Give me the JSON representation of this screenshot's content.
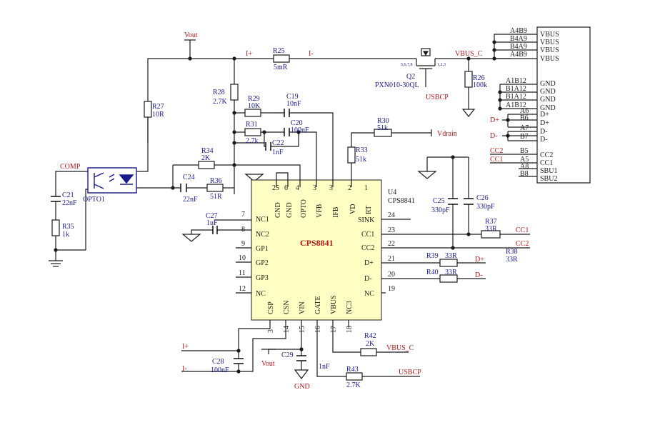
{
  "ic": {
    "name": "CPS8841",
    "ref": "U4",
    "part": "CPS8841",
    "top_pins": [
      {
        "num": "25",
        "name": "GND"
      },
      {
        "num": "6",
        "name": "GND"
      },
      {
        "num": "4",
        "name": "OPTO"
      },
      {
        "num": "3",
        "name": "VFB"
      },
      {
        "num": "3",
        "name": "IFB"
      },
      {
        "num": "2",
        "name": "VD"
      },
      {
        "num": "1",
        "name": "RT"
      }
    ],
    "left_pins": [
      {
        "num": "7",
        "name": "NC1"
      },
      {
        "num": "8",
        "name": "NC2"
      },
      {
        "num": "9",
        "name": "GP1"
      },
      {
        "num": "10",
        "name": "GP2"
      },
      {
        "num": "11",
        "name": "GP3"
      },
      {
        "num": "12",
        "name": "NC"
      }
    ],
    "right_pins": [
      {
        "num": "24",
        "name": "SINK"
      },
      {
        "num": "23",
        "name": "CC1"
      },
      {
        "num": "22",
        "name": "CC2"
      },
      {
        "num": "21",
        "name": "D+"
      },
      {
        "num": "20",
        "name": "D-"
      },
      {
        "num": "19",
        "name": "NC"
      }
    ],
    "bottom_pins": [
      {
        "num": "3",
        "name": "CSP"
      },
      {
        "num": "14",
        "name": "CSN"
      },
      {
        "num": "15",
        "name": "VIN"
      },
      {
        "num": "16",
        "name": "GATE"
      },
      {
        "num": "17",
        "name": "VBUS"
      },
      {
        "num": "18",
        "name": "NC3"
      }
    ]
  },
  "components": {
    "r25": {
      "ref": "R25",
      "value": "5mR"
    },
    "r26": {
      "ref": "R26",
      "value": "100k"
    },
    "r27": {
      "ref": "R27",
      "value": "10R"
    },
    "r28": {
      "ref": "R28",
      "value": "2.7K"
    },
    "r29": {
      "ref": "R29",
      "value": "10K"
    },
    "r30": {
      "ref": "R30",
      "value": "51k"
    },
    "r31": {
      "ref": "R31",
      "value": "2.7k"
    },
    "r33": {
      "ref": "R33",
      "value": "51k"
    },
    "r34": {
      "ref": "R34",
      "value": "2K"
    },
    "r35": {
      "ref": "R35",
      "value": "1k"
    },
    "r36": {
      "ref": "R36",
      "value": "51R"
    },
    "r37": {
      "ref": "R37",
      "value": "33R"
    },
    "r38": {
      "ref": "R38",
      "value": "33R"
    },
    "r39": {
      "ref": "R39",
      "value": "33R"
    },
    "r40": {
      "ref": "R40",
      "value": "33R"
    },
    "r42": {
      "ref": "R42",
      "value": "2K"
    },
    "r43": {
      "ref": "R43",
      "value": "2.7K"
    },
    "c19": {
      "ref": "C19",
      "value": "10nF"
    },
    "c20": {
      "ref": "C20",
      "value": "100nF"
    },
    "c21": {
      "ref": "C21",
      "value": "22nF"
    },
    "c22": {
      "ref": "C22",
      "value": "1nF"
    },
    "c24": {
      "ref": "C24",
      "value": "22nF"
    },
    "c25": {
      "ref": "C25",
      "value": "330pF"
    },
    "c26": {
      "ref": "C26",
      "value": "330pF"
    },
    "c27": {
      "ref": "C27",
      "value": "1uF"
    },
    "c28": {
      "ref": "C28",
      "value": "100nF"
    },
    "c29": {
      "ref": "C29",
      "value": "1nF"
    },
    "q2": {
      "ref": "Q2",
      "part": "PXN010-30QL",
      "pins_left": "5,6,7,8",
      "pins_right": "1,2,3"
    },
    "opto": {
      "ref": "OPTO1"
    }
  },
  "nets": {
    "vout": "Vout",
    "i_plus": "I+",
    "i_minus": "I-",
    "vbus_c": "VBUS_C",
    "usbcp": "USBCP",
    "comp": "COMP",
    "vdrain": "Vdrain",
    "d_plus": "D+",
    "d_minus": "D-",
    "cc1": "CC1",
    "cc2": "CC2",
    "gnd": "GND"
  },
  "connector": {
    "pins": [
      {
        "num": "A4B9",
        "name": "VBUS"
      },
      {
        "num": "B4A9",
        "name": "VBUS"
      },
      {
        "num": "B4A9",
        "name": "VBUS"
      },
      {
        "num": "A4B9",
        "name": "VBUS"
      },
      {
        "num": "A1B12",
        "name": "GND"
      },
      {
        "num": "B1A12",
        "name": "GND"
      },
      {
        "num": "B1A12",
        "name": "GND"
      },
      {
        "num": "A1B12",
        "name": "GND"
      },
      {
        "num": "A6",
        "name": "D+"
      },
      {
        "num": "B6",
        "name": "D+"
      },
      {
        "num": "A7",
        "name": "D-"
      },
      {
        "num": "B7",
        "name": "D-"
      },
      {
        "num": "B5",
        "name": "CC2"
      },
      {
        "num": "A5",
        "name": "CC1"
      },
      {
        "num": "A8",
        "name": "SBU1"
      },
      {
        "num": "B8",
        "name": "SBU2"
      }
    ]
  }
}
